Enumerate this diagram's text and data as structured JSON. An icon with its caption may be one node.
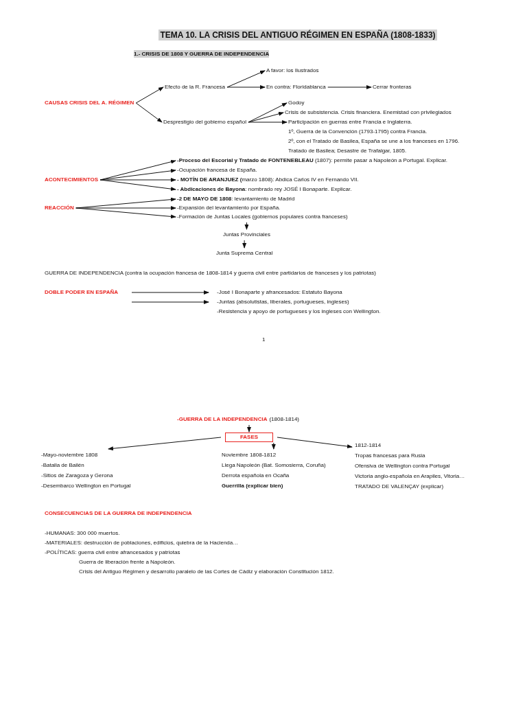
{
  "diagram": {
    "title": "TEMA 10. LA CRISIS DEL ANTIGUO RÉGIMEN EN ESPAÑA (1808-1833)",
    "nodes": [
      {
        "text": [
          "CAUSAS CRISIS DEL A. RÉGIMEN"
        ]
      },
      {
        "text": [
          "Efecto de la R. Francesa"
        ]
      },
      {
        "text": [
          "A favor: los Ilustrados"
        ]
      },
      {
        "text": [
          "En contra: Floridablanca"
        ]
      },
      {
        "text": [
          "Cerrar fronteras"
        ]
      },
      {
        "text": [
          "Desprestigio del gobierno español"
        ]
      },
      {
        "text": [
          "Godoy"
        ]
      },
      {
        "text": [
          "Crisis de subsistencia. Crisis financiera. Enemistad con privilegiados"
        ]
      },
      {
        "text": [
          "Participación en guerras entre Francia e Inglaterra.",
          "1º, Guerra de la Convención (1793-1795) contra Francia.",
          "2º, con el Tratado de Basilea, España se une a los franceses en 1796.",
          "Tratado de Basilea; Desastre de Trafalgar, 1805."
        ]
      },
      {
        "text": [
          "ACONTECIMIENTOS"
        ]
      },
      {
        "text": [
          "**-Proceso del Escorial y Tratado de FONTENEBLEAU** (1807): permite pasar a Napoleón a Portugal. Explicar."
        ]
      },
      {
        "text": [
          "-Ocupación francesa de España."
        ]
      },
      {
        "text": [
          "**- MOTÍN DE ARANJUEZ (**marzo 1808): Abdica Carlos IV en Fernando VII."
        ]
      },
      {
        "text": [
          "**- Abdicaciones de Bayona**: nombrado rey JOSÉ I Bonaparte. Explicar."
        ]
      },
      {
        "text": [
          "REACCIÓN"
        ]
      },
      {
        "text": [
          "**-2 DE MAYO DE 1808**: levantamiento de Madrid"
        ]
      },
      {
        "text": [
          "-Expansión del levantamiento por España."
        ]
      },
      {
        "text": [
          "-Formación de Juntas Locales (gobiernos populares contra franceses)"
        ]
      },
      {
        "text": [
          "Juntas Provinciales"
        ]
      },
      {
        "text": [
          "Junta Suprema Central"
        ]
      },
      {
        "text": [
          "DOBLE PODER EN ESPAÑA"
        ]
      },
      {
        "text": [
          "-José I Bonaparte y afrancesados: Estatuto Bayona"
        ]
      },
      {
        "text": [
          "-Juntas (absolutistas, liberales, portugueses, ingleses)"
        ]
      },
      {
        "text": [
          "-GUERRA DE LA INDEPENDENCIA",
          "(1808-1814)"
        ]
      },
      {
        "text": [
          "FASES"
        ]
      },
      {
        "text": [
          "-Mayo-noviembre 1808",
          "-Batalla de Bailén",
          "-Sitios de Zaragoza y Gerona",
          "-Desembarco Wellington en Portugal"
        ]
      },
      {
        "text": [
          "Noviembre 1808-1812",
          "Llega Napoleón (Bat. Somosierra, Coruña)",
          "Derrota española en Ocaña",
          "Guerrilla (explicar bien)"
        ]
      },
      {
        "text": [
          "1812-1814",
          "Tropas francesas para Rusia",
          "Ofensiva de Wellington contra Portugal",
          "Victoria anglo-española en Arapiles, Vitoria…",
          "TRATADO DE VALENÇAY (explicar)"
        ]
      }
    ],
    "edges": [
      {
        "from": 0,
        "to": 1,
        "arrow": "to"
      },
      {
        "from": 0,
        "to": 5,
        "arrow": "to"
      },
      {
        "from": 1,
        "to": 2,
        "arrow": "to"
      },
      {
        "from": 1,
        "to": 3,
        "arrow": "to"
      },
      {
        "from": 3,
        "to": 4,
        "arrow": "to"
      },
      {
        "from": 5,
        "to": 6,
        "arrow": "to"
      },
      {
        "from": 5,
        "to": 7,
        "arrow": "to"
      },
      {
        "from": 5,
        "to": 8,
        "arrow": "to"
      },
      {
        "from": 9,
        "to": 10,
        "arrow": "to"
      },
      {
        "from": 9,
        "to": 11,
        "arrow": "to"
      },
      {
        "from": 9,
        "to": 12,
        "arrow": "to"
      },
      {
        "from": 9,
        "to": 13,
        "arrow": "to"
      },
      {
        "from": 14,
        "to": 15,
        "arrow": "to"
      },
      {
        "from": 14,
        "to": 16,
        "arrow": "to"
      },
      {
        "from": 14,
        "to": 17,
        "arrow": "to"
      },
      {
        "from": 17,
        "to": 18,
        "arrow": "to"
      },
      {
        "from": 18,
        "to": 19,
        "arrow": "to"
      },
      {
        "from": 20,
        "to": 21,
        "arrow": "to"
      },
      {
        "from": 20,
        "to": 22,
        "arrow": "to"
      },
      {
        "from": 23,
        "to": 24,
        "arrow": "to"
      },
      {
        "from": 24,
        "to": 25,
        "arrow": "to"
      },
      {
        "from": 24,
        "to": 26,
        "arrow": "to"
      },
      {
        "from": 24,
        "to": 27,
        "arrow": "to"
      }
    ],
    "labels": [
      "1.- CRISIS DE 1808 Y GUERRA DE INDEPENDENCIA",
      "GUERRA DE INDEPENDENCIA (contra la ocupación francesa de 1808-1814 y guerra civil entre partidarios de franceses y los patriotas)",
      "-Resistencia y apoyo de portugueses y los ingleses con Wellington.",
      "1",
      "CONSECUENCIAS DE LA GUERRA DE INDEPENDENCIA",
      "-HUMANAS: 300 000 muertos.",
      "-MATERIALES: destrucción de poblaciones, edificios, quiebra de la Hacienda…",
      "-POLÍTICAS: guerra civil entre afrancesados y patriotas",
      "Guerra de liberación frente a Napoleón.",
      "Crisis del Antiguo Régimen y desarrollo paralelo de las Cortes de Cádiz y elaboración Constitución 1812."
    ]
  }
}
